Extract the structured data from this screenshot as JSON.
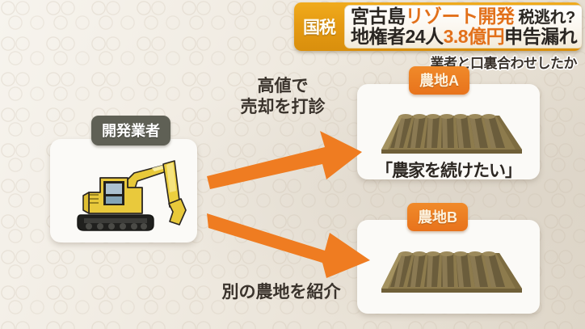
{
  "banner": {
    "badge": "国税",
    "headline_line1": [
      {
        "text": "宮古島",
        "color": "#2a2622"
      },
      {
        "text": "リゾート開発",
        "color": "#e2701a"
      },
      {
        "text": " 税逃れ?",
        "color": "#2a2622"
      }
    ],
    "headline_line2": [
      {
        "text": "地権者24人",
        "color": "#2a2622"
      },
      {
        "text": "3.8億円",
        "color": "#e2701a"
      },
      {
        "text": "申告漏れ",
        "color": "#2a2622"
      }
    ],
    "subheadline": "業者と口裏合わせしたか",
    "badge_bg": "#e59a12",
    "accent": "#e2701a"
  },
  "developer": {
    "label": "開発業者",
    "label_bg": "#5f6055",
    "icon": "excavator-icon"
  },
  "arrows": [
    {
      "id": "arrow-top",
      "caption_line1": "高値で",
      "caption_line2": "売却を打診",
      "color": "#ef7c21",
      "direction": "up-right"
    },
    {
      "id": "arrow-bottom",
      "caption_line1": "別の農地を紹介",
      "caption_line2": "",
      "color": "#ef7c21",
      "direction": "down-right"
    }
  ],
  "farmlands": [
    {
      "badge": "農地A",
      "caption": "「農家を続けたい」",
      "badge_bg": "#e8731c",
      "icon": "farmland-plot-icon"
    },
    {
      "badge": "農地B",
      "caption": "",
      "badge_bg": "#e8731c",
      "icon": "farmland-plot-icon"
    }
  ]
}
